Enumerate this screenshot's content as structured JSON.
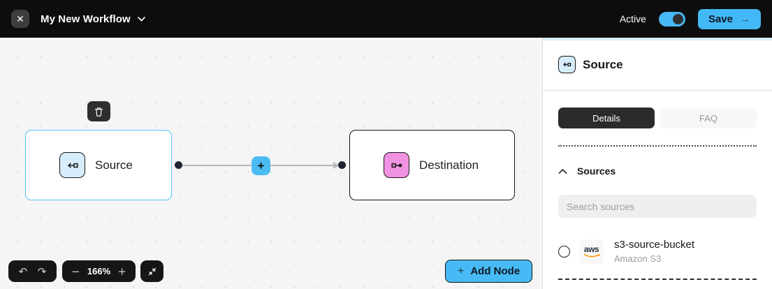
{
  "topbar": {
    "title": "My New Workflow",
    "active_label": "Active",
    "active_state": "on",
    "save_label": "Save"
  },
  "canvas": {
    "zoom_level": "166%",
    "add_node_label": "Add Node",
    "nodes": [
      {
        "label": "Source",
        "selected": true
      },
      {
        "label": "Destination",
        "selected": false
      }
    ]
  },
  "panel": {
    "title": "Source",
    "tabs": [
      {
        "label": "Details",
        "active": true
      },
      {
        "label": "FAQ",
        "active": false
      }
    ],
    "sources_section_label": "Sources",
    "search_placeholder": "Search sources",
    "sources": [
      {
        "name": "s3-source-bucket",
        "type": "Amazon S3",
        "logo_text": "aws",
        "selected": false
      }
    ]
  },
  "icons": {
    "close": "✕",
    "plus": "+",
    "minus": "−",
    "undo": "↶",
    "redo": "↷",
    "arrow_right": "→",
    "trash": "trash-icon",
    "chevron_down": "chevron-down-icon",
    "chevron_up": "chevron-up-icon",
    "fit_view": "arrows-collapse-icon",
    "source_glyph": "arrow-from-square-icon",
    "destination_glyph": "square-to-dot-icon"
  },
  "colors": {
    "accent_blue": "#45b8f5",
    "selected_node_border": "#4fc3f7",
    "source_icon_bg": "#d8edfc",
    "destination_icon_bg": "#f191e1",
    "topbar_bg": "#0d0d0d",
    "canvas_bg": "#f5f5f5",
    "aws_orange": "#ff9900",
    "aws_dark": "#232f3e"
  }
}
